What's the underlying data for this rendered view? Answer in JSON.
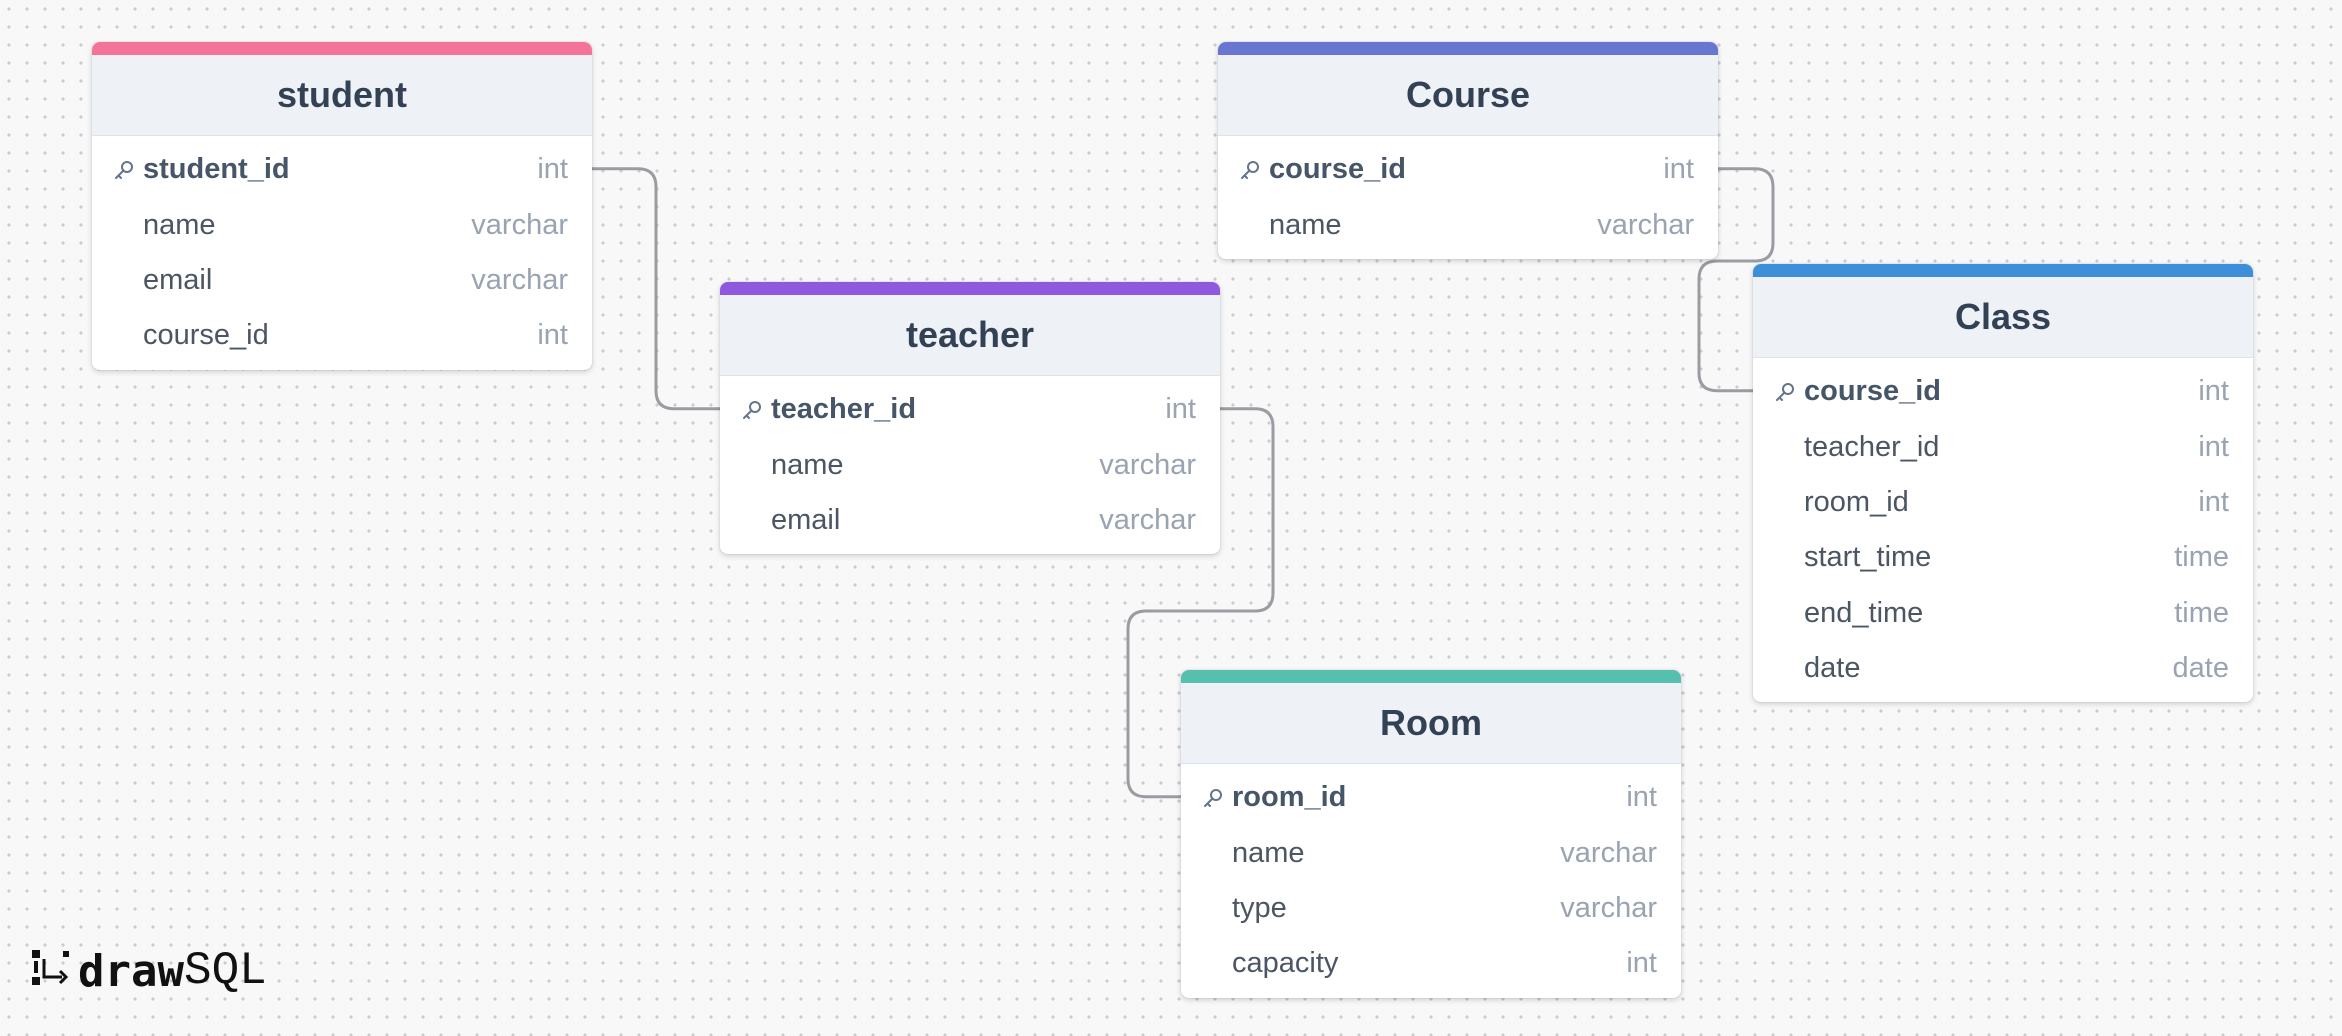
{
  "tables": [
    {
      "id": "student",
      "title": "student",
      "accent": "#f47499",
      "columns": [
        {
          "name": "student_id",
          "type": "int",
          "pk": true
        },
        {
          "name": "name",
          "type": "varchar",
          "pk": false
        },
        {
          "name": "email",
          "type": "varchar",
          "pk": false
        },
        {
          "name": "course_id",
          "type": "int",
          "pk": false
        }
      ]
    },
    {
      "id": "teacher",
      "title": "teacher",
      "accent": "#8e59dd",
      "columns": [
        {
          "name": "teacher_id",
          "type": "int",
          "pk": true
        },
        {
          "name": "name",
          "type": "varchar",
          "pk": false
        },
        {
          "name": "email",
          "type": "varchar",
          "pk": false
        }
      ]
    },
    {
      "id": "course",
      "title": "Course",
      "accent": "#6875d1",
      "columns": [
        {
          "name": "course_id",
          "type": "int",
          "pk": true
        },
        {
          "name": "name",
          "type": "varchar",
          "pk": false
        }
      ]
    },
    {
      "id": "class",
      "title": "Class",
      "accent": "#3d8fda",
      "columns": [
        {
          "name": "course_id",
          "type": "int",
          "pk": true
        },
        {
          "name": "teacher_id",
          "type": "int",
          "pk": false
        },
        {
          "name": "room_id",
          "type": "int",
          "pk": false
        },
        {
          "name": "start_time",
          "type": "time",
          "pk": false
        },
        {
          "name": "end_time",
          "type": "time",
          "pk": false
        },
        {
          "name": "date",
          "type": "date",
          "pk": false
        }
      ]
    },
    {
      "id": "room",
      "title": "Room",
      "accent": "#54c0ad",
      "columns": [
        {
          "name": "room_id",
          "type": "int",
          "pk": true
        },
        {
          "name": "name",
          "type": "varchar",
          "pk": false
        },
        {
          "name": "type",
          "type": "varchar",
          "pk": false
        },
        {
          "name": "capacity",
          "type": "int",
          "pk": false
        }
      ]
    }
  ],
  "relationships": [
    {
      "from_table": "student",
      "from_column": "student_id",
      "to_table": "teacher",
      "to_column": "teacher_id"
    },
    {
      "from_table": "course",
      "from_column": "course_id",
      "to_table": "class",
      "to_column": "course_id"
    },
    {
      "from_table": "teacher",
      "from_column": "teacher_id",
      "to_table": "room",
      "to_column": "room_id"
    }
  ],
  "branding": {
    "logo_bold": "draw",
    "logo_light": "SQL"
  }
}
